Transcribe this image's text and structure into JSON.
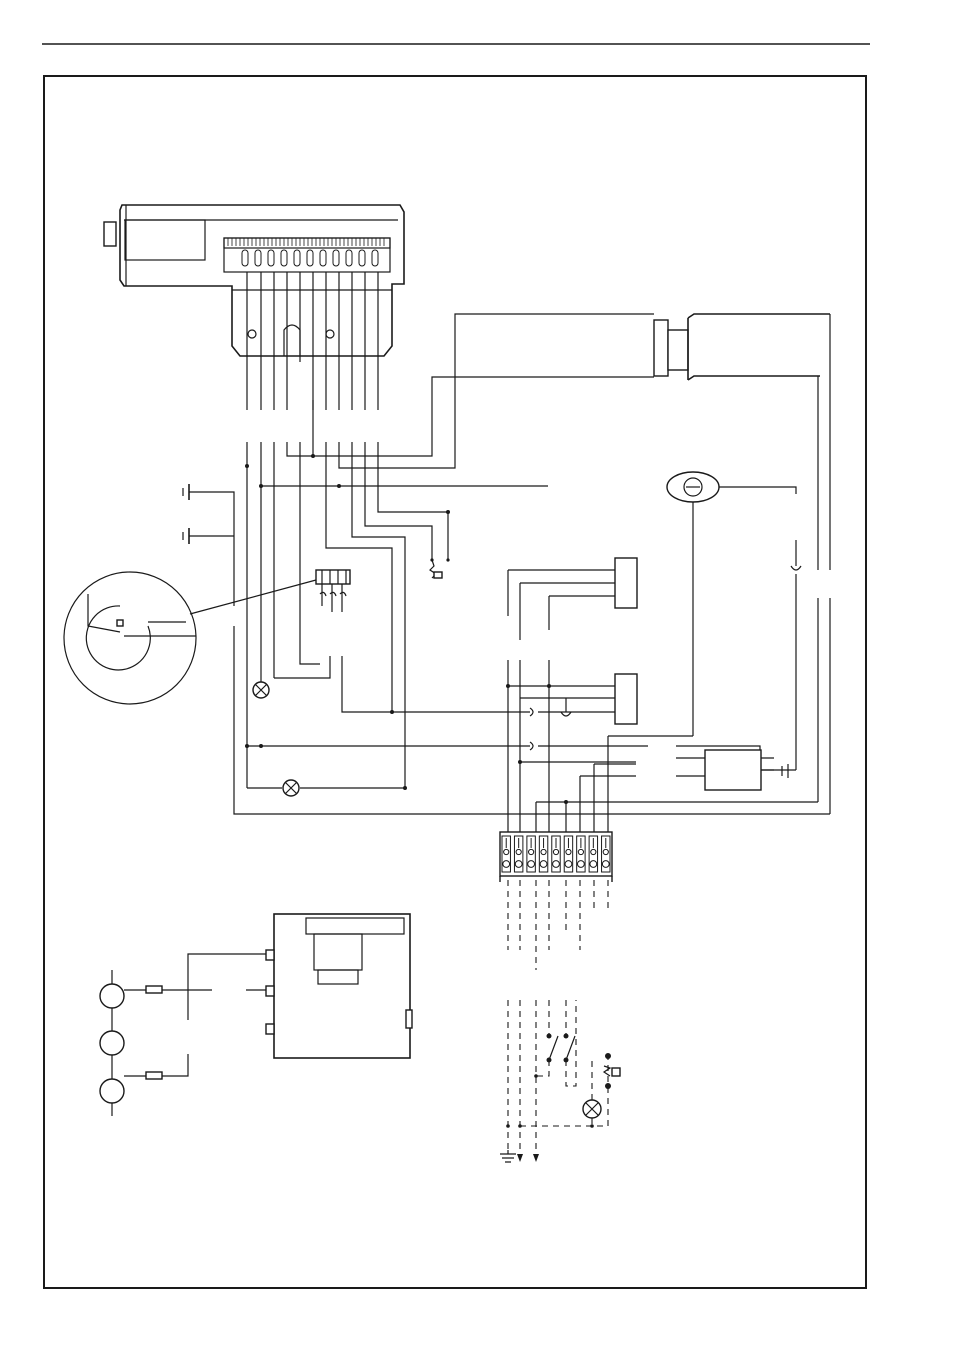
{
  "page": {
    "header_rule": true,
    "frame": true
  },
  "diagram": {
    "kind": "electrical wiring diagram",
    "printed_text": [],
    "components": [
      "control-box",
      "ignition-transformer",
      "photocell",
      "capacitor-1",
      "capacitor-2",
      "thermostat-detail",
      "relay",
      "resistor",
      "connector-1",
      "connector-2",
      "lamp-1",
      "lamp-2",
      "lamp-3",
      "timer-box",
      "terminal-block",
      "control-unit",
      "electrodes",
      "switches",
      "reset-button"
    ],
    "terminal_count": 9,
    "icons": [
      "ground-icon",
      "lamp-icon",
      "switch-icon",
      "capacitor-icon",
      "resistor-icon"
    ]
  }
}
